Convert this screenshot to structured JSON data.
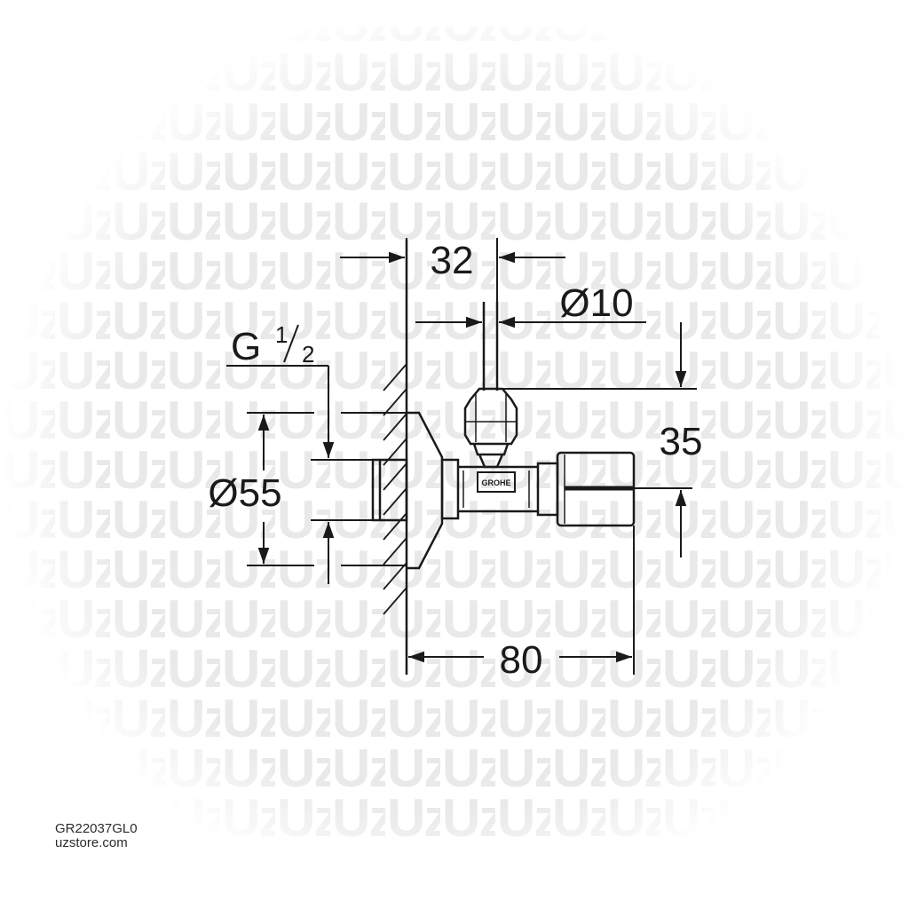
{
  "drawing": {
    "dimensions": {
      "top_width": "32",
      "tube_diameter": "Ø10",
      "thread_label": "G",
      "thread_fraction_num": "1",
      "thread_fraction_den": "2",
      "flange_diameter": "Ø55",
      "height_offset": "35",
      "total_length": "80"
    },
    "valve_logo": "GROHE"
  },
  "watermark": {
    "text": "Uz"
  },
  "footer": {
    "product_code": "GR22037GL0",
    "store_url": "uzstore.com"
  },
  "colors": {
    "line": "#1a1a1a",
    "watermark": "#e9e9e9",
    "background": "#ffffff"
  }
}
